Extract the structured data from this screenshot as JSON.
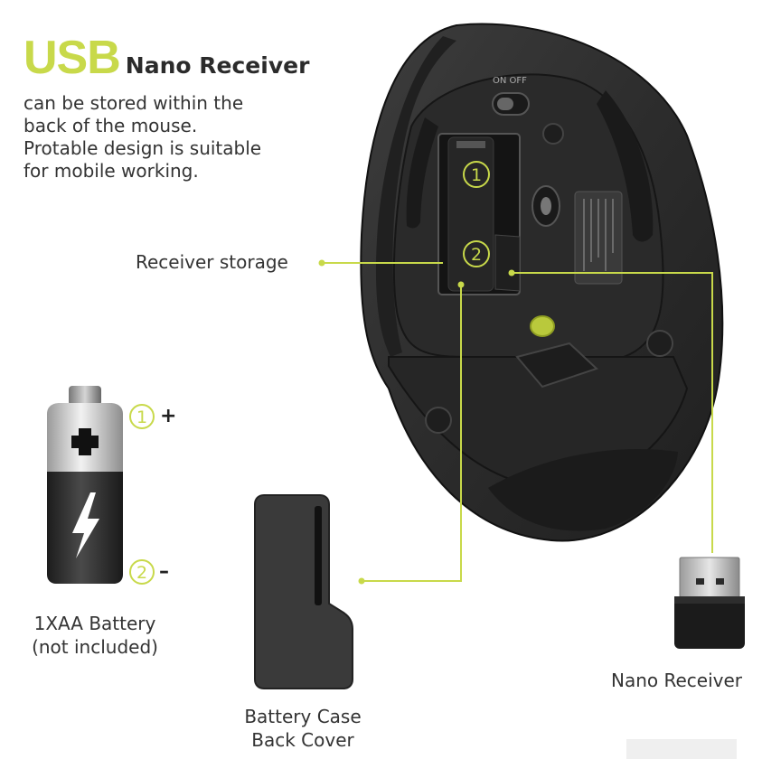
{
  "heading": {
    "highlight": "USB",
    "rest": "Nano Receiver"
  },
  "description": [
    "can be stored within the",
    "back of the mouse.",
    "Protable design is suitable",
    "for mobile working."
  ],
  "labels": {
    "receiver_storage": "Receiver storage",
    "battery": [
      "1XAA Battery",
      "(not included)"
    ],
    "back_cover": [
      "Battery Case",
      "Back Cover"
    ],
    "nano_receiver": "Nano Receiver"
  },
  "markers": {
    "one": "1",
    "two": "2",
    "plus": "+",
    "minus": "–"
  },
  "switch_label": "ON OFF",
  "colors": {
    "accent": "#c8d94a",
    "mouse_body": "#2f2f2f",
    "text": "#333333"
  }
}
